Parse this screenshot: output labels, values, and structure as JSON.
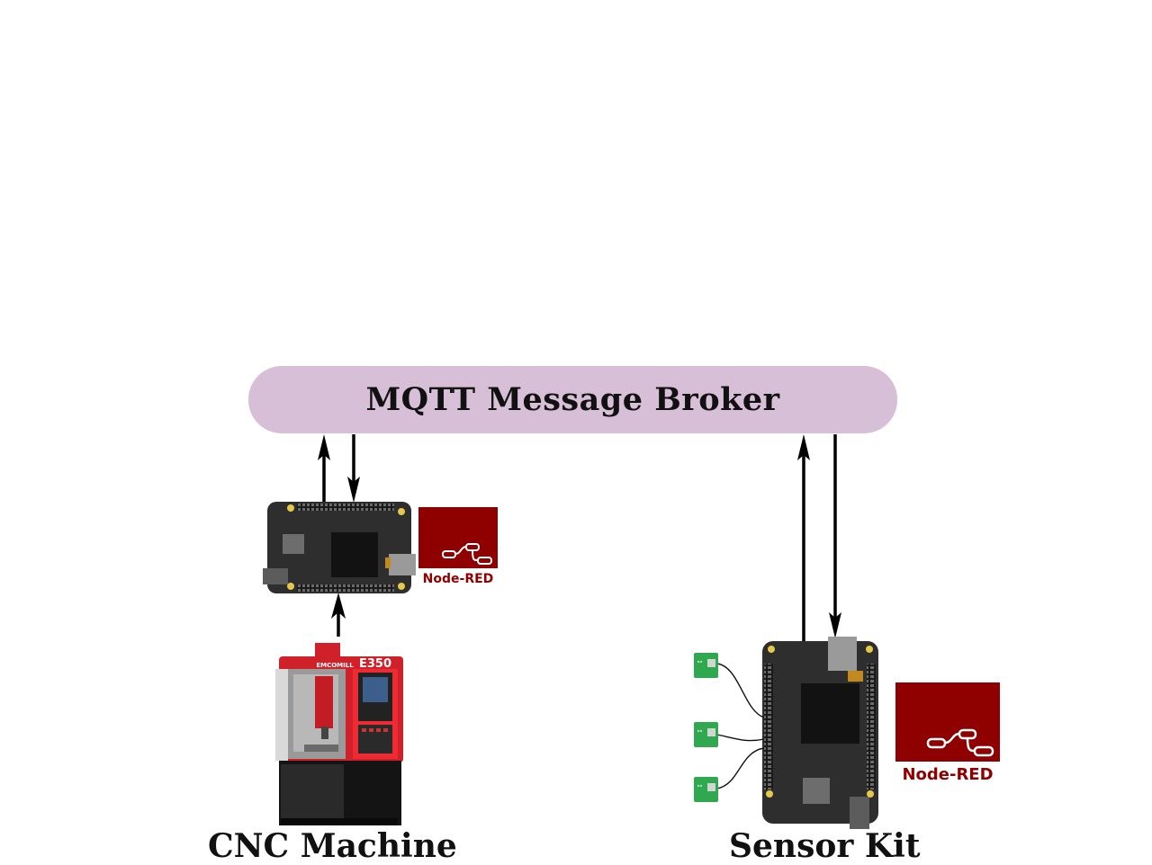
{
  "broker": {
    "label": "MQTT Message Broker"
  },
  "cnc": {
    "caption": "CNC Machine",
    "brand_label": "EMCOMILL",
    "model_label": "E350"
  },
  "sensor_kit": {
    "caption": "Sensor Kit"
  },
  "node_red": {
    "label": "Node-RED"
  },
  "colors": {
    "broker_fill": "#d8bfd8",
    "node_red": "#8f0000",
    "board": "#2e2e2e",
    "machine_red": "#d0202a",
    "sensor_green": "#2fa84f"
  }
}
